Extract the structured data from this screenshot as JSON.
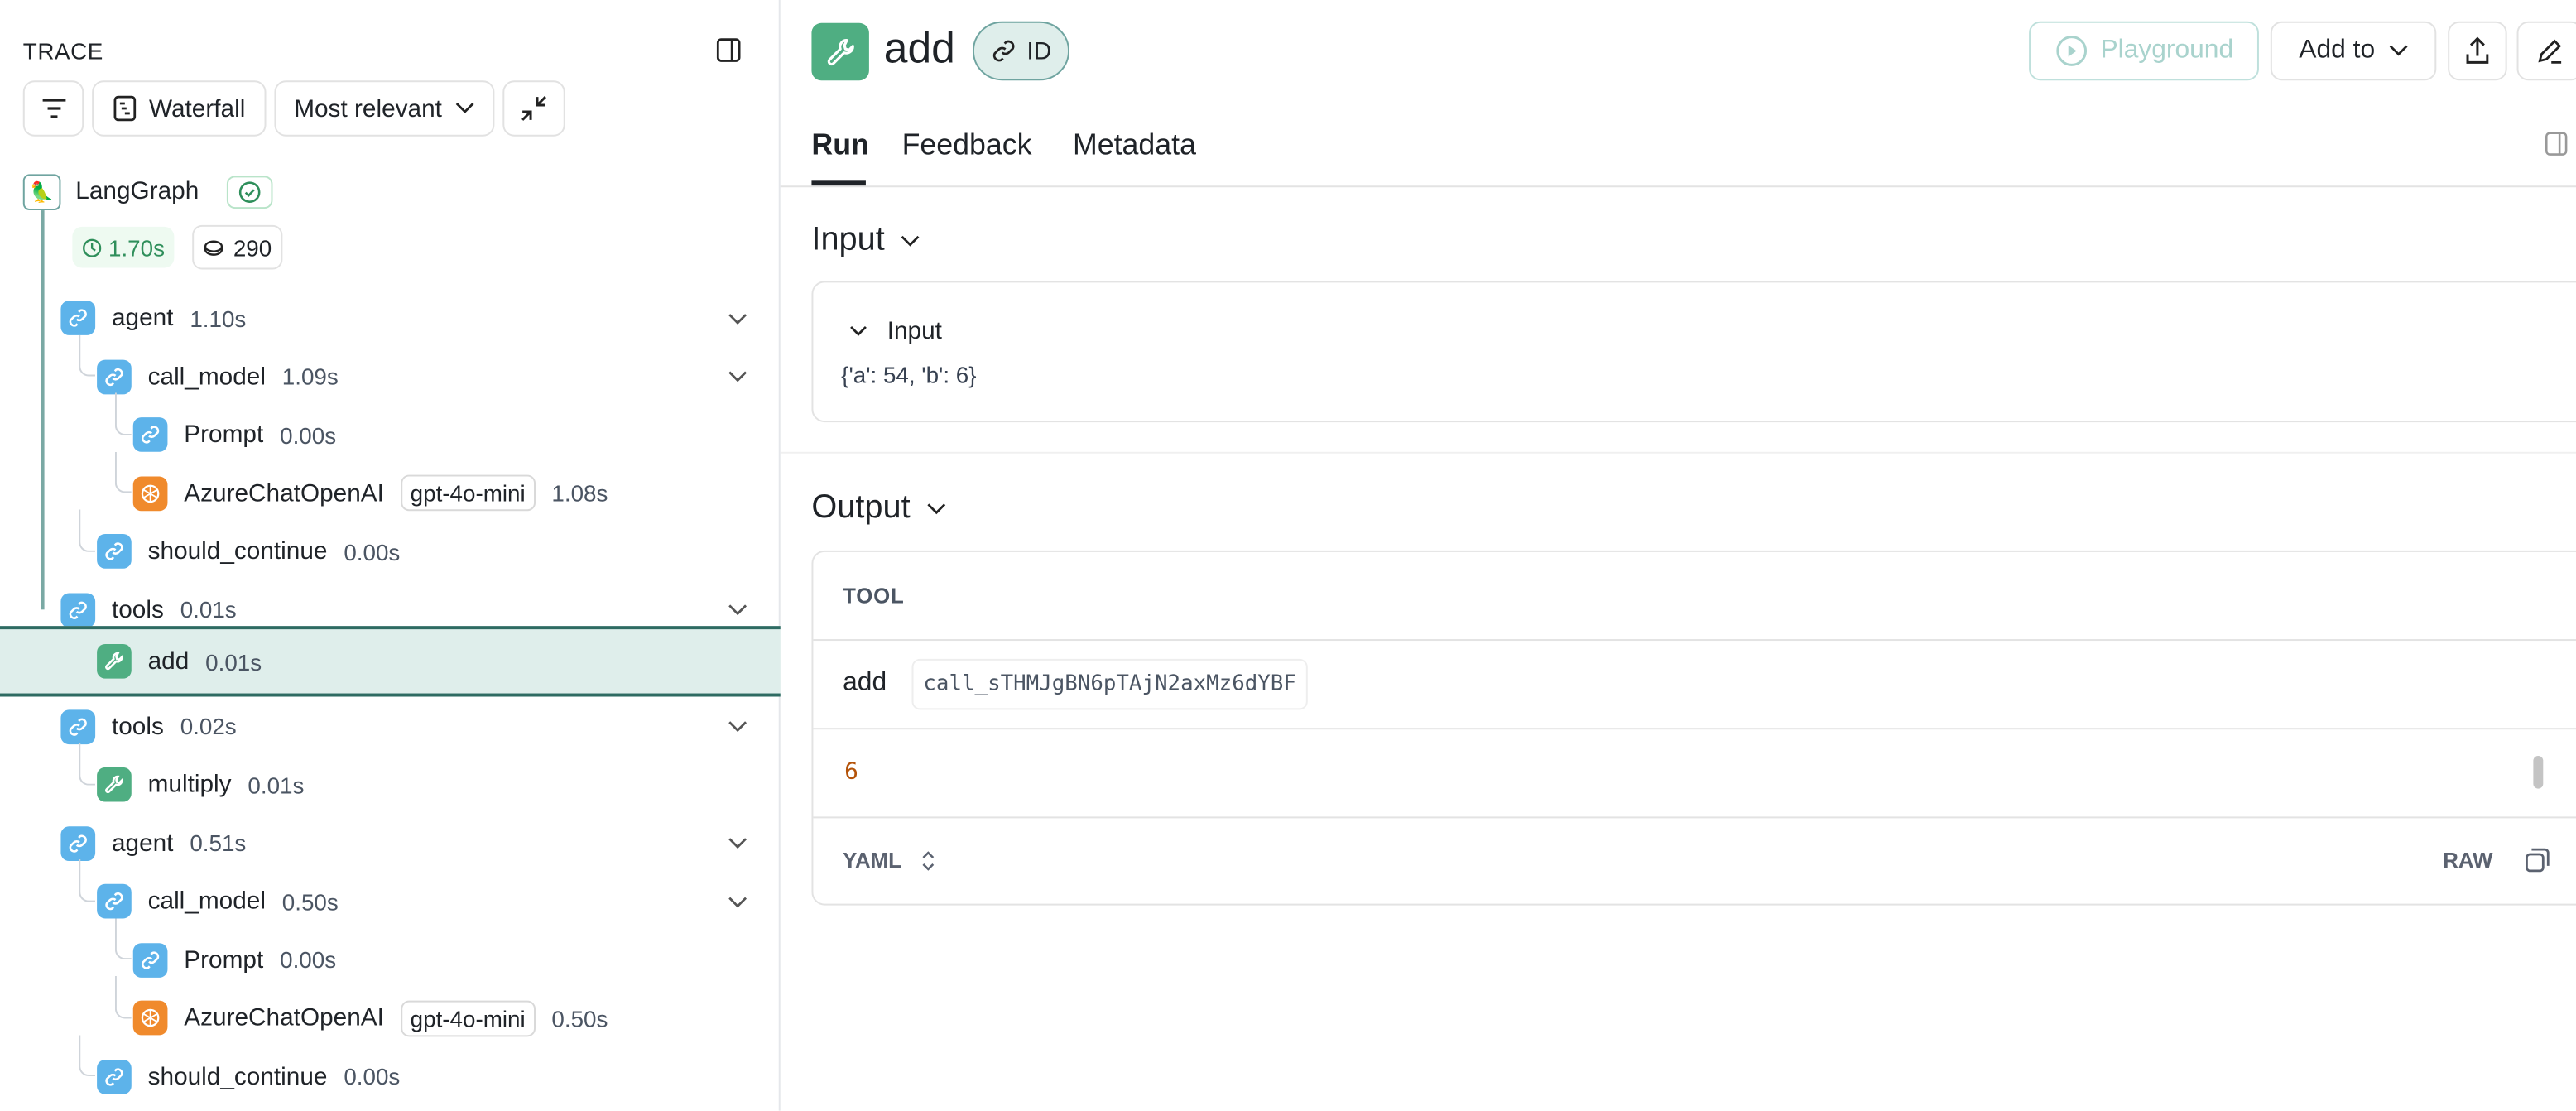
{
  "trace": {
    "title": "TRACE",
    "waterfall_label": "Waterfall",
    "sort_label": "Most relevant",
    "root": {
      "name": "LangGraph",
      "latency": "1.70s",
      "tokens": "290"
    },
    "nodes": [
      {
        "name": "agent",
        "time": "1.10s",
        "level": 1,
        "type": "chain",
        "expand": true
      },
      {
        "name": "call_model",
        "time": "1.09s",
        "level": 2,
        "type": "chain",
        "expand": true
      },
      {
        "name": "Prompt",
        "time": "0.00s",
        "level": 3,
        "type": "chain"
      },
      {
        "name": "AzureChatOpenAI",
        "model": "gpt-4o-mini",
        "time": "1.08s",
        "level": 3,
        "type": "llm"
      },
      {
        "name": "should_continue",
        "time": "0.00s",
        "level": 2,
        "type": "chain"
      },
      {
        "name": "tools",
        "time": "0.01s",
        "level": 1,
        "type": "chain",
        "expand": true
      },
      {
        "name": "add",
        "time": "0.01s",
        "level": 2,
        "type": "tool",
        "selected": true
      },
      {
        "name": "tools",
        "time": "0.02s",
        "level": 1,
        "type": "chain",
        "expand": true
      },
      {
        "name": "multiply",
        "time": "0.01s",
        "level": 2,
        "type": "tool"
      },
      {
        "name": "agent",
        "time": "0.51s",
        "level": 1,
        "type": "chain",
        "expand": true
      },
      {
        "name": "call_model",
        "time": "0.50s",
        "level": 2,
        "type": "chain",
        "expand": true
      },
      {
        "name": "Prompt",
        "time": "0.00s",
        "level": 3,
        "type": "chain"
      },
      {
        "name": "AzureChatOpenAI",
        "model": "gpt-4o-mini",
        "time": "0.50s",
        "level": 3,
        "type": "llm"
      },
      {
        "name": "should_continue",
        "time": "0.00s",
        "level": 2,
        "type": "chain"
      }
    ]
  },
  "header": {
    "title": "add",
    "id_label": "ID",
    "playground_label": "Playground",
    "add_to_label": "Add to"
  },
  "tabs": [
    "Run",
    "Feedback",
    "Metadata"
  ],
  "input": {
    "section_label": "Input",
    "inner_label": "Input",
    "value": "{'a': 54, 'b': 6}"
  },
  "output": {
    "section_label": "Output",
    "type_label": "TOOL",
    "tool_name": "add",
    "call_id": "call_sTHMJgBN6pTAjN2axMz6dYBF",
    "value": "6",
    "format_label": "YAML",
    "raw_label": "RAW"
  },
  "colors": {
    "accent": "#2e6b62",
    "tool": "#4fae82",
    "chain": "#5db3ea",
    "llm": "#f08a2c",
    "success": "#2f8f5b"
  }
}
